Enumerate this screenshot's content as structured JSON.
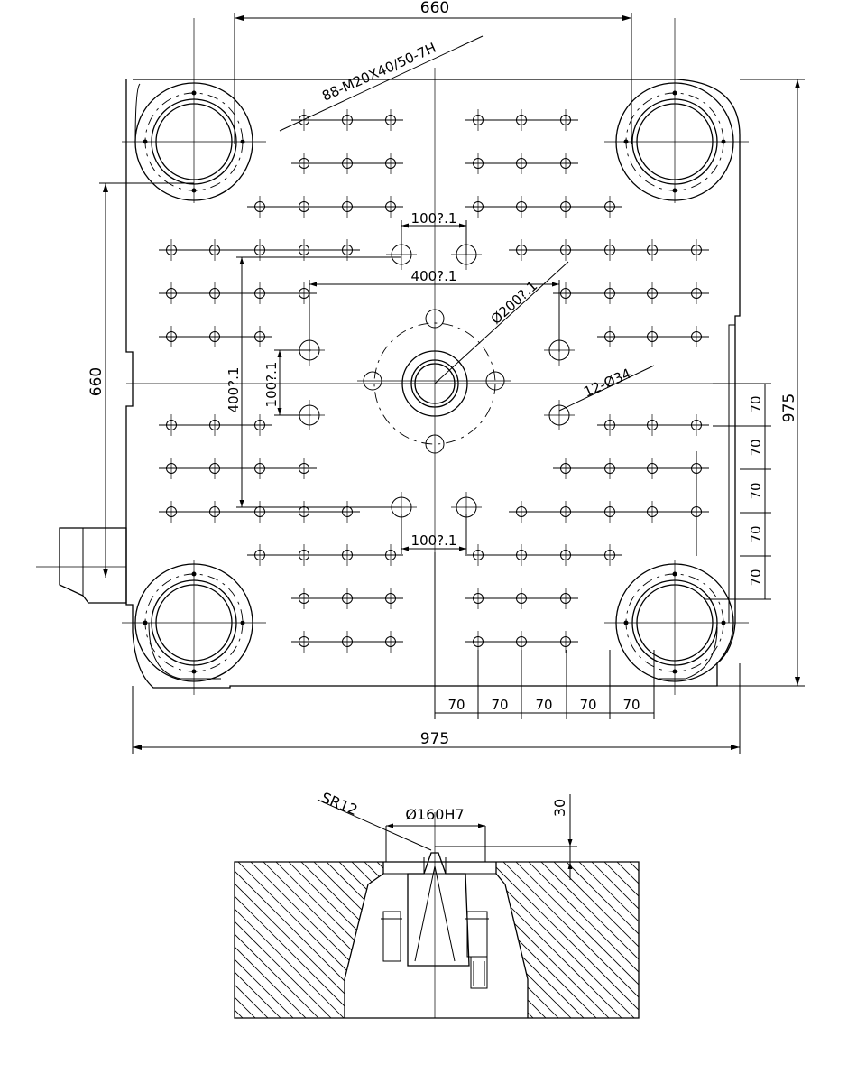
{
  "plate_view": {
    "dimensions": {
      "tie_bar_spacing_h": "660",
      "tie_bar_spacing_v": "660",
      "platen_width": "975",
      "platen_height": "975",
      "thread_spec": "88-M20X40/50-7H",
      "hole_spacing_top": "100?.1",
      "hole_spacing_bottom": "100?.1",
      "hole_spacing_400_h": "400?.1",
      "hole_spacing_400_v": "400?.1",
      "hole_spacing_100_v": "100?.1",
      "center_pcd": "Ø200?.1",
      "through_holes": "12-Ø34",
      "pitch_h": [
        "70",
        "70",
        "70",
        "70",
        "70"
      ],
      "pitch_v": [
        "70",
        "70",
        "70",
        "70",
        "70"
      ]
    }
  },
  "section_view": {
    "sphere_radius": "SR12",
    "locating_ring": "Ø160H7",
    "depth": "30"
  }
}
